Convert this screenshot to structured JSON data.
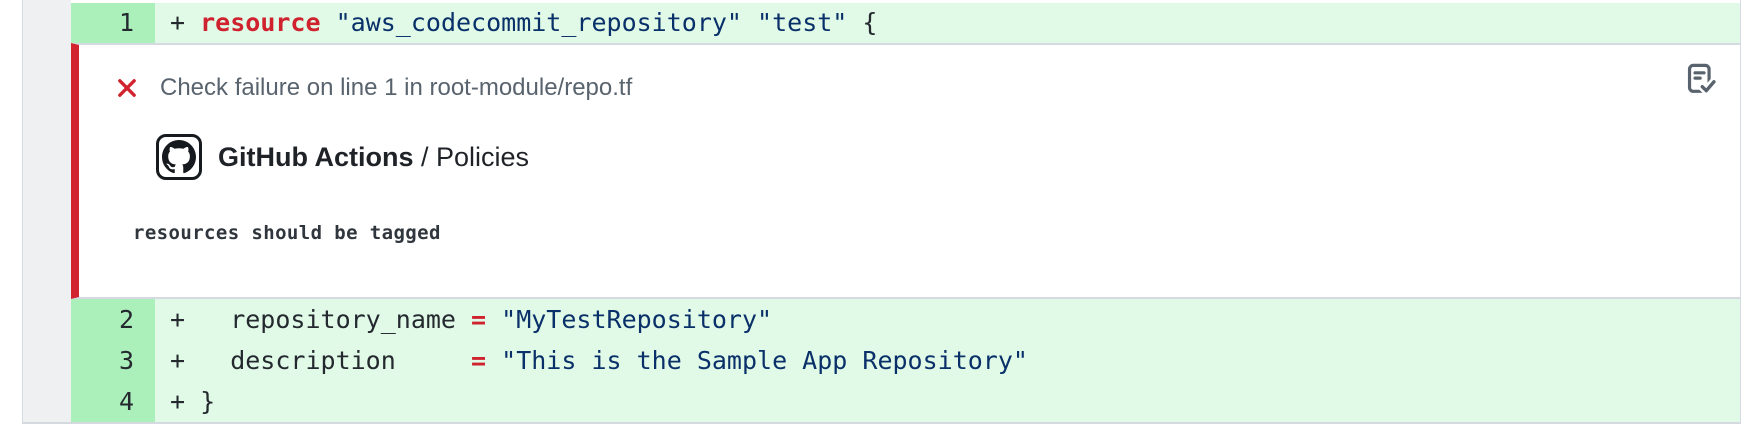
{
  "colors": {
    "addition_line_bg": "#e1fae7",
    "addition_gutter_bg": "#abefba",
    "empty_gutter_bg": "#eef0f2",
    "annotation_severity": "#d1242f",
    "keyword": "#cf222e",
    "operator": "#cf222e",
    "string": "#0a3069",
    "code_text": "#24292f",
    "muted_text": "#59636e",
    "title_text": "#1f2328",
    "border": "#d5dae0"
  },
  "diff": {
    "file_language": "terraform",
    "annotation_after_line": 1,
    "lines": [
      {
        "number": "1",
        "change": "addition",
        "tokens": [
          {
            "text": "+ ",
            "type": "plain"
          },
          {
            "text": "resource",
            "type": "keyword"
          },
          {
            "text": " ",
            "type": "plain"
          },
          {
            "text": "\"aws_codecommit_repository\"",
            "type": "string"
          },
          {
            "text": " ",
            "type": "plain"
          },
          {
            "text": "\"test\"",
            "type": "string"
          },
          {
            "text": " {",
            "type": "plain"
          }
        ]
      },
      {
        "number": "2",
        "change": "addition",
        "tokens": [
          {
            "text": "+   repository_name ",
            "type": "plain"
          },
          {
            "text": "=",
            "type": "operator"
          },
          {
            "text": " ",
            "type": "plain"
          },
          {
            "text": "\"MyTestRepository\"",
            "type": "string"
          }
        ]
      },
      {
        "number": "3",
        "change": "addition",
        "tokens": [
          {
            "text": "+   description     ",
            "type": "plain"
          },
          {
            "text": "=",
            "type": "operator"
          },
          {
            "text": " ",
            "type": "plain"
          },
          {
            "text": "\"This is the Sample App Repository\"",
            "type": "string"
          }
        ]
      },
      {
        "number": "4",
        "change": "addition",
        "tokens": [
          {
            "text": "+ }",
            "type": "plain"
          }
        ]
      }
    ]
  },
  "annotation": {
    "severity": "failure",
    "severity_icon": "x-icon",
    "title": "Check failure on line 1 in root-module/repo.tf",
    "source": {
      "logo_icon": "github-logo-icon",
      "app": "GitHub Actions",
      "context_with_separator": " / Policies"
    },
    "message": "resources should be tagged",
    "toolbar_icon": "checklist-icon"
  }
}
